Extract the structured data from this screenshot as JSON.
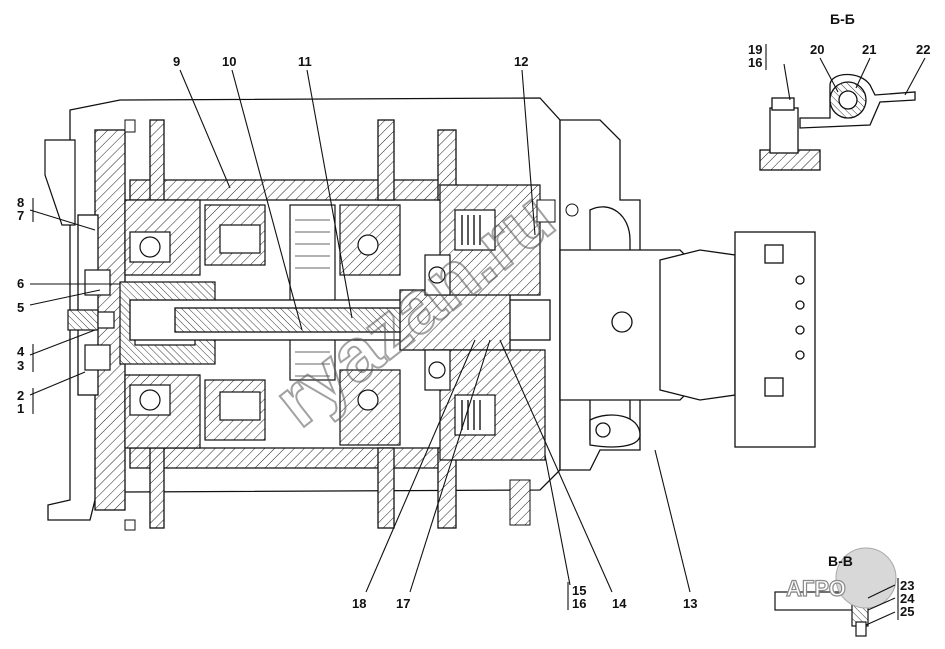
{
  "sections": {
    "b_b": "Б-Б",
    "v_v": "В-В"
  },
  "callouts": {
    "c1": "1",
    "c2": "2",
    "c3": "3",
    "c4": "4",
    "c5": "5",
    "c6": "6",
    "c7": "7",
    "c8": "8",
    "c9": "9",
    "c10": "10",
    "c11": "11",
    "c12": "12",
    "c13": "13",
    "c14": "14",
    "c15": "15",
    "c16": "16",
    "c16b": "16",
    "c17": "17",
    "c18": "18",
    "c19": "19",
    "c20": "20",
    "c21": "21",
    "c22": "22",
    "c23": "23",
    "c24": "24",
    "c25": "25"
  },
  "watermark": "ryazan.ru",
  "logo": "АГРО"
}
